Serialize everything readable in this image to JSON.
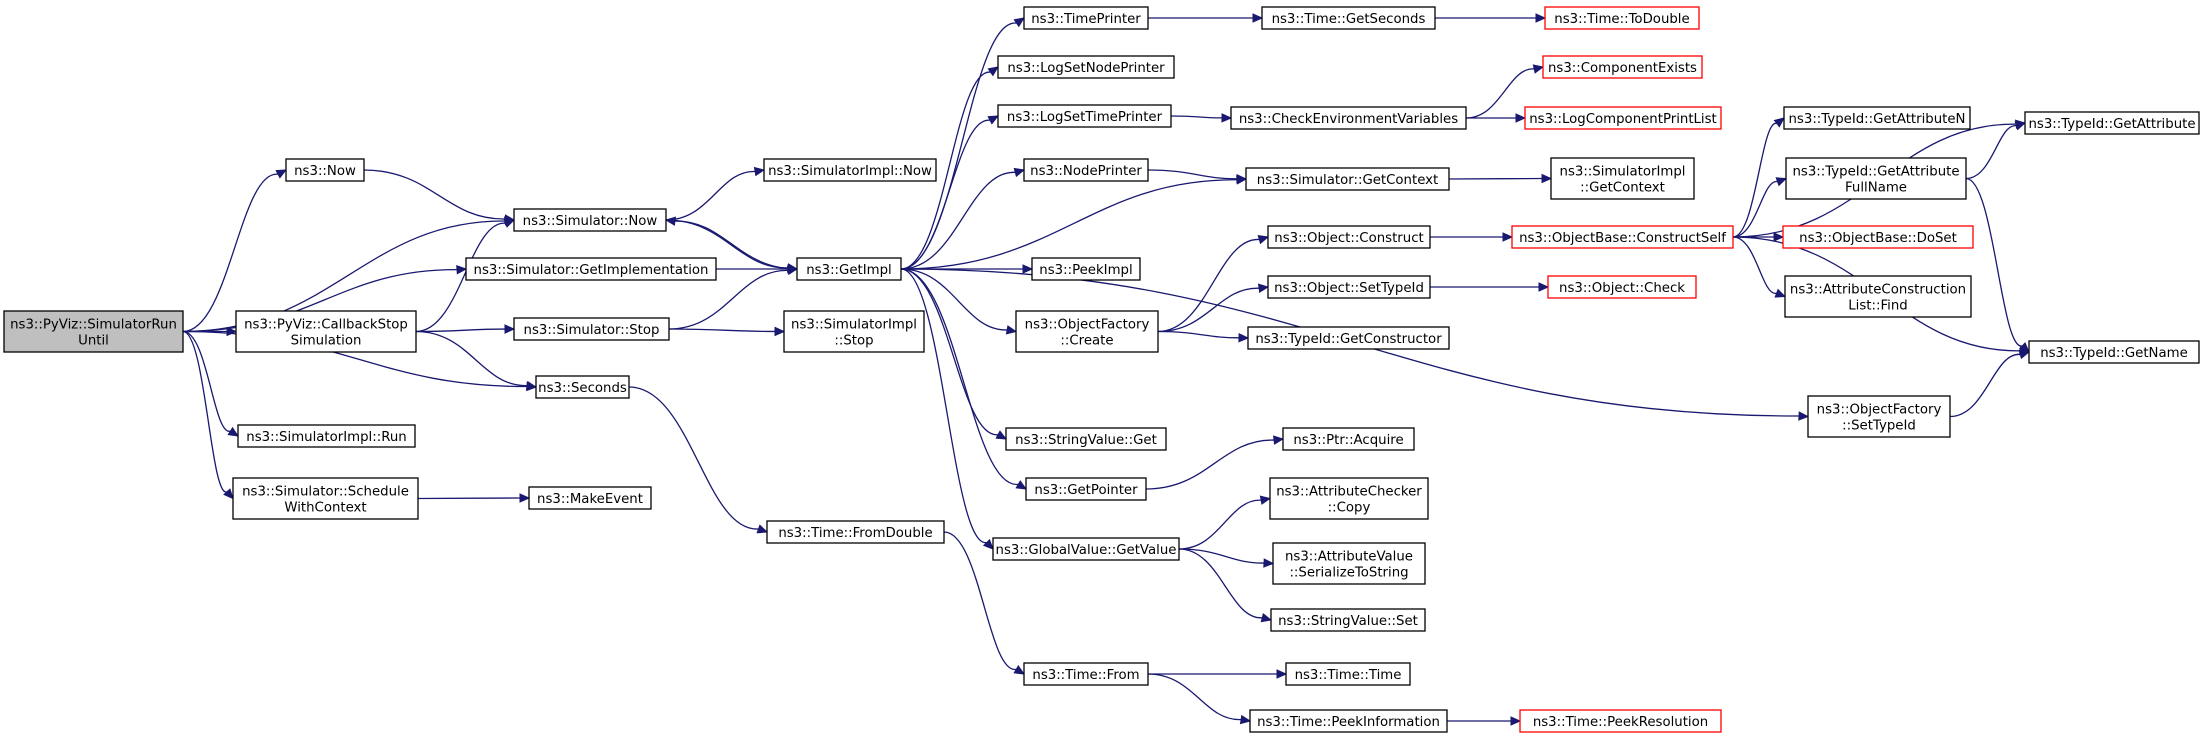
{
  "graph": {
    "colors": {
      "edge": "#191970",
      "box_border": "#000000",
      "box_border_truncated": "#ff0000",
      "root_fill": "#bfbfbf",
      "node_fill": "#ffffff"
    },
    "nodes": [
      {
        "id": "run_until",
        "lines": [
          "ns3::PyViz::SimulatorRun",
          "Until"
        ],
        "root": true
      },
      {
        "id": "now",
        "lines": [
          "ns3::Now"
        ]
      },
      {
        "id": "sim_now",
        "lines": [
          "ns3::Simulator::Now"
        ]
      },
      {
        "id": "get_impl_fn",
        "lines": [
          "ns3::Simulator::GetImplementation"
        ]
      },
      {
        "id": "cb_stop",
        "lines": [
          "ns3::PyViz::CallbackStop",
          "Simulation"
        ]
      },
      {
        "id": "sim_stop",
        "lines": [
          "ns3::Simulator::Stop"
        ]
      },
      {
        "id": "seconds",
        "lines": [
          "ns3::Seconds"
        ]
      },
      {
        "id": "simimpl_run",
        "lines": [
          "ns3::SimulatorImpl::Run"
        ]
      },
      {
        "id": "schedule_ctx",
        "lines": [
          "ns3::Simulator::Schedule",
          "WithContext"
        ]
      },
      {
        "id": "make_event",
        "lines": [
          "ns3::MakeEvent"
        ]
      },
      {
        "id": "simimpl_now",
        "lines": [
          "ns3::SimulatorImpl::Now"
        ]
      },
      {
        "id": "getimpl",
        "lines": [
          "ns3::GetImpl"
        ]
      },
      {
        "id": "simimpl_stop",
        "lines": [
          "ns3::SimulatorImpl",
          "::Stop"
        ]
      },
      {
        "id": "from_double",
        "lines": [
          "ns3::Time::FromDouble"
        ]
      },
      {
        "id": "time_printer",
        "lines": [
          "ns3::TimePrinter"
        ]
      },
      {
        "id": "log_node",
        "lines": [
          "ns3::LogSetNodePrinter"
        ]
      },
      {
        "id": "log_time",
        "lines": [
          "ns3::LogSetTimePrinter"
        ]
      },
      {
        "id": "node_printer",
        "lines": [
          "ns3::NodePrinter"
        ]
      },
      {
        "id": "peek_impl",
        "lines": [
          "ns3::PeekImpl"
        ]
      },
      {
        "id": "objfactory_create",
        "lines": [
          "ns3::ObjectFactory",
          "::Create"
        ]
      },
      {
        "id": "stringvalue_get",
        "lines": [
          "ns3::StringValue::Get"
        ]
      },
      {
        "id": "get_pointer",
        "lines": [
          "ns3::GetPointer"
        ]
      },
      {
        "id": "gv_getvalue",
        "lines": [
          "ns3::GlobalValue::GetValue"
        ]
      },
      {
        "id": "time_from",
        "lines": [
          "ns3::Time::From"
        ]
      },
      {
        "id": "time_getseconds",
        "lines": [
          "ns3::Time::GetSeconds"
        ]
      },
      {
        "id": "check_env",
        "lines": [
          "ns3::CheckEnvironmentVariables"
        ]
      },
      {
        "id": "sim_getcontext",
        "lines": [
          "ns3::Simulator::GetContext"
        ]
      },
      {
        "id": "obj_construct",
        "lines": [
          "ns3::Object::Construct"
        ]
      },
      {
        "id": "obj_settypeid",
        "lines": [
          "ns3::Object::SetTypeId"
        ]
      },
      {
        "id": "typeid_getconstructor",
        "lines": [
          "ns3::TypeId::GetConstructor"
        ]
      },
      {
        "id": "ptr_acquire",
        "lines": [
          "ns3::Ptr::Acquire"
        ]
      },
      {
        "id": "attrchecker_copy",
        "lines": [
          "ns3::AttributeChecker",
          "::Copy"
        ]
      },
      {
        "id": "attrvalue_ser",
        "lines": [
          "ns3::AttributeValue",
          "::SerializeToString"
        ]
      },
      {
        "id": "stringvalue_set",
        "lines": [
          "ns3::StringValue::Set"
        ]
      },
      {
        "id": "time_time",
        "lines": [
          "ns3::Time::Time"
        ]
      },
      {
        "id": "time_peekinfo",
        "lines": [
          "ns3::Time::PeekInformation"
        ]
      },
      {
        "id": "time_todouble",
        "lines": [
          "ns3::Time::ToDouble"
        ],
        "truncated": true
      },
      {
        "id": "comp_exists",
        "lines": [
          "ns3::ComponentExists"
        ],
        "truncated": true
      },
      {
        "id": "log_comp_print",
        "lines": [
          "ns3::LogComponentPrintList"
        ],
        "truncated": true
      },
      {
        "id": "simimpl_getcontext",
        "lines": [
          "ns3::SimulatorImpl",
          "::GetContext"
        ]
      },
      {
        "id": "objbase_construct",
        "lines": [
          "ns3::ObjectBase::ConstructSelf"
        ],
        "truncated": true
      },
      {
        "id": "obj_check",
        "lines": [
          "ns3::Object::Check"
        ],
        "truncated": true
      },
      {
        "id": "objfactory_settypeid",
        "lines": [
          "ns3::ObjectFactory",
          "::SetTypeId"
        ]
      },
      {
        "id": "time_peekres",
        "lines": [
          "ns3::Time::PeekResolution"
        ],
        "truncated": true
      },
      {
        "id": "typeid_getattrn",
        "lines": [
          "ns3::TypeId::GetAttributeN"
        ]
      },
      {
        "id": "typeid_getattrfull",
        "lines": [
          "ns3::TypeId::GetAttribute",
          "FullName"
        ]
      },
      {
        "id": "objbase_doset",
        "lines": [
          "ns3::ObjectBase::DoSet"
        ],
        "truncated": true
      },
      {
        "id": "attrconst_find",
        "lines": [
          "ns3::AttributeConstruction",
          "List::Find"
        ]
      },
      {
        "id": "typeid_getattr",
        "lines": [
          "ns3::TypeId::GetAttribute"
        ]
      },
      {
        "id": "typeid_getname",
        "lines": [
          "ns3::TypeId::GetName"
        ]
      }
    ],
    "edges": [
      [
        "run_until",
        "now"
      ],
      [
        "run_until",
        "sim_now"
      ],
      [
        "run_until",
        "get_impl_fn"
      ],
      [
        "run_until",
        "cb_stop"
      ],
      [
        "run_until",
        "seconds"
      ],
      [
        "run_until",
        "simimpl_run"
      ],
      [
        "run_until",
        "schedule_ctx"
      ],
      [
        "now",
        "sim_now"
      ],
      [
        "sim_now",
        "simimpl_now"
      ],
      [
        "sim_now",
        "getimpl"
      ],
      [
        "get_impl_fn",
        "getimpl"
      ],
      [
        "cb_stop",
        "sim_now"
      ],
      [
        "cb_stop",
        "sim_stop"
      ],
      [
        "cb_stop",
        "seconds"
      ],
      [
        "sim_stop",
        "getimpl"
      ],
      [
        "sim_stop",
        "simimpl_stop"
      ],
      [
        "seconds",
        "from_double"
      ],
      [
        "schedule_ctx",
        "make_event"
      ],
      [
        "getimpl",
        "sim_now"
      ],
      [
        "getimpl",
        "time_printer"
      ],
      [
        "getimpl",
        "log_node"
      ],
      [
        "getimpl",
        "log_time"
      ],
      [
        "getimpl",
        "node_printer"
      ],
      [
        "getimpl",
        "sim_getcontext"
      ],
      [
        "getimpl",
        "peek_impl"
      ],
      [
        "getimpl",
        "objfactory_create"
      ],
      [
        "getimpl",
        "objfactory_settypeid"
      ],
      [
        "getimpl",
        "stringvalue_get"
      ],
      [
        "getimpl",
        "get_pointer"
      ],
      [
        "getimpl",
        "gv_getvalue"
      ],
      [
        "from_double",
        "time_from"
      ],
      [
        "time_printer",
        "time_getseconds"
      ],
      [
        "time_getseconds",
        "time_todouble"
      ],
      [
        "log_time",
        "check_env"
      ],
      [
        "check_env",
        "comp_exists"
      ],
      [
        "check_env",
        "log_comp_print"
      ],
      [
        "node_printer",
        "sim_getcontext"
      ],
      [
        "sim_getcontext",
        "simimpl_getcontext"
      ],
      [
        "objfactory_create",
        "obj_construct"
      ],
      [
        "objfactory_create",
        "obj_settypeid"
      ],
      [
        "objfactory_create",
        "typeid_getconstructor"
      ],
      [
        "obj_construct",
        "objbase_construct"
      ],
      [
        "obj_settypeid",
        "obj_check"
      ],
      [
        "get_pointer",
        "ptr_acquire"
      ],
      [
        "gv_getvalue",
        "attrchecker_copy"
      ],
      [
        "gv_getvalue",
        "attrvalue_ser"
      ],
      [
        "gv_getvalue",
        "stringvalue_set"
      ],
      [
        "time_from",
        "time_time"
      ],
      [
        "time_from",
        "time_peekinfo"
      ],
      [
        "time_peekinfo",
        "time_peekres"
      ],
      [
        "objbase_construct",
        "typeid_getattrn"
      ],
      [
        "objbase_construct",
        "typeid_getattrfull"
      ],
      [
        "objbase_construct",
        "objbase_doset"
      ],
      [
        "objbase_construct",
        "attrconst_find"
      ],
      [
        "objbase_construct",
        "typeid_getattr"
      ],
      [
        "objbase_construct",
        "typeid_getname"
      ],
      [
        "typeid_getattrfull",
        "typeid_getattr"
      ],
      [
        "typeid_getattrfull",
        "typeid_getname"
      ],
      [
        "objfactory_settypeid",
        "typeid_getname"
      ]
    ]
  }
}
